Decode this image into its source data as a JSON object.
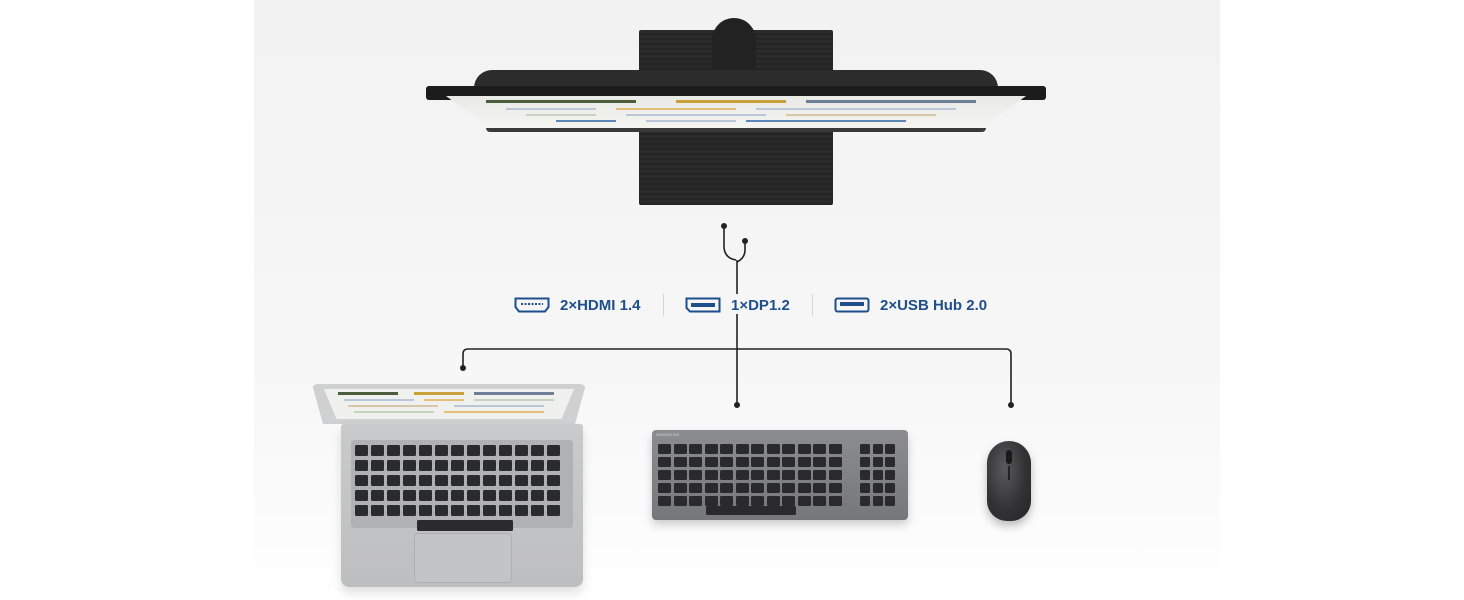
{
  "ports": [
    {
      "icon": "hdmi-port-icon",
      "label": "2×HDMI 1.4"
    },
    {
      "icon": "displayport-icon",
      "label": "1×DP1.2"
    },
    {
      "icon": "usb-port-icon",
      "label": "2×USB Hub 2.0"
    }
  ],
  "keyboard": {
    "brand": "SAMSUNG"
  },
  "colors": {
    "accent": "#1f4e8c",
    "wire": "#222222",
    "monitor": "#1c1c1c",
    "laptop": "#c9cacc",
    "keyboard": "#808184"
  },
  "devices": [
    "monitor",
    "laptop",
    "keyboard",
    "mouse"
  ]
}
